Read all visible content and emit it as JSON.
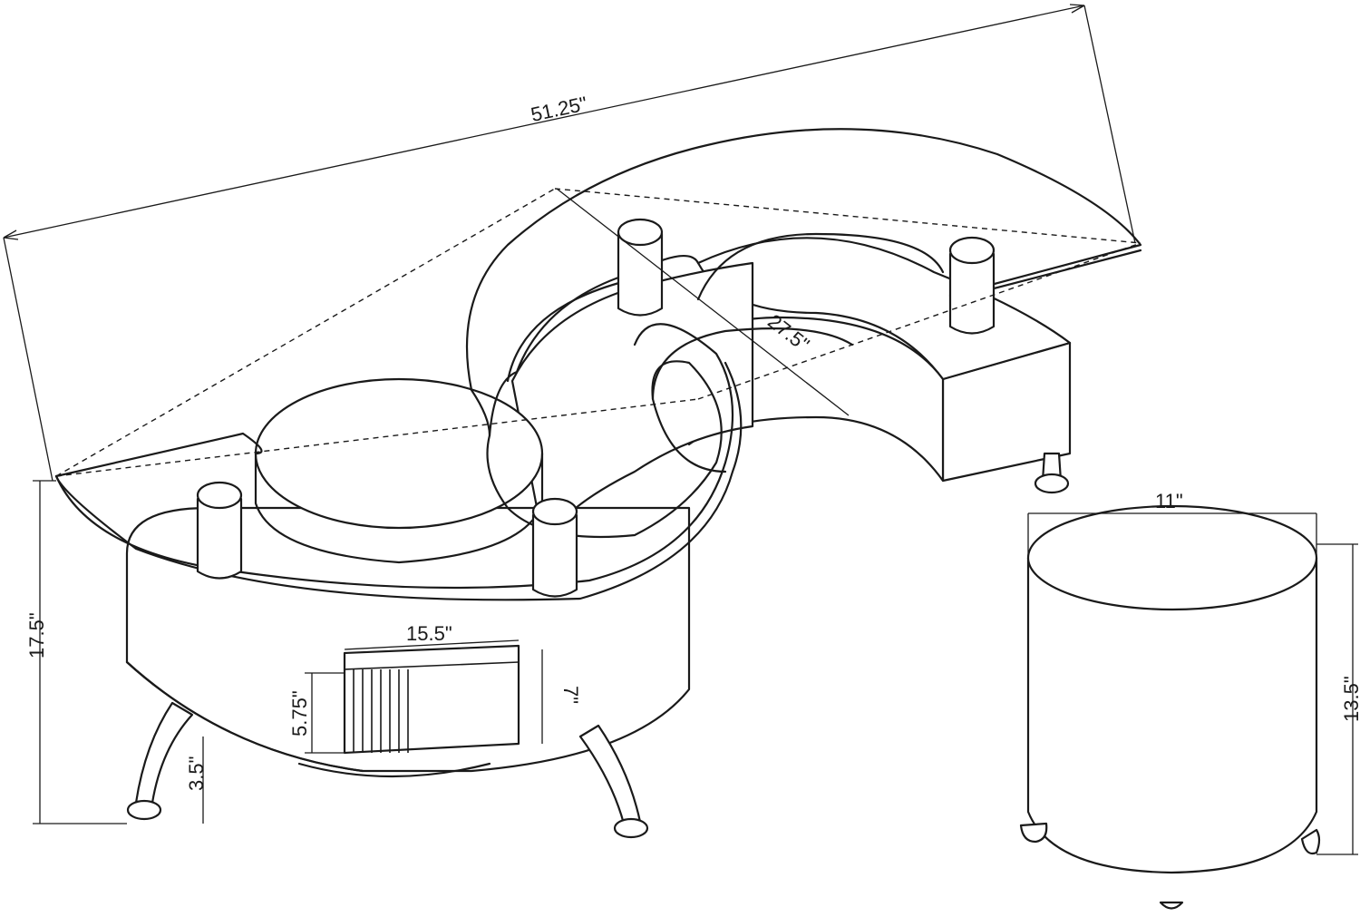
{
  "dimensions": {
    "overall_length": "51.25\"",
    "glass_depth": "27.5\"",
    "table_height": "17.5\"",
    "shelf_width": "15.5\"",
    "shelf_opening": "5.75\"",
    "shelf_height": "7\"",
    "leg_clearance": "3.5\"",
    "stool_diameter": "11\"",
    "stool_height": "13.5\""
  }
}
